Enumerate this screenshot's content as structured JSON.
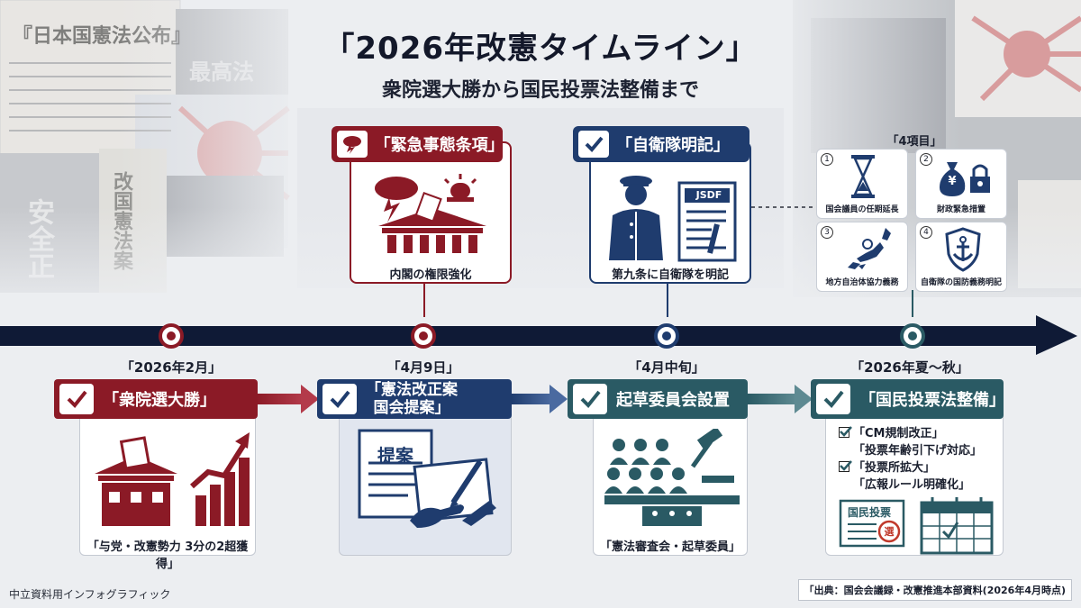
{
  "title": "「2026年改憲タイムライン」",
  "subtitle": "衆院選大勝から国民投票法整備まで",
  "background": {
    "left_headline": "『日本国憲法公布』",
    "left_photo_text": "最高法",
    "left_poster_text": "安全正",
    "left_column_text": "改国憲法案"
  },
  "top_items": [
    {
      "heading": "「緊急事態条項」",
      "caption": "内閣の権限強化",
      "icon": "storm-icon",
      "color": "#8b1a26"
    },
    {
      "heading": "「自衛隊明記」",
      "caption": "第九条に自衛隊を明記",
      "icon": "check-icon",
      "color": "#1f3c6e",
      "doc_label": "JSDF"
    }
  ],
  "four_items": {
    "title": "「4項目」",
    "items": [
      {
        "num": "1",
        "caption": "国会議員の任期延長",
        "icon": "hourglass-icon"
      },
      {
        "num": "2",
        "caption": "財政緊急措置",
        "icon": "moneybag-lock-icon",
        "symbol": "¥"
      },
      {
        "num": "3",
        "caption": "地方自治体協力義務",
        "icon": "japan-map-icon"
      },
      {
        "num": "4",
        "caption": "自衛隊の国防義務明記",
        "icon": "anchor-shield-icon"
      }
    ]
  },
  "timeline": {
    "dates": [
      "「2026年2月」",
      "「4月9日」",
      "「4月中旬」",
      "「2026年夏〜秋」"
    ]
  },
  "steps": [
    {
      "heading": "「衆院選大勝」",
      "caption": "「与党・改憲勢力 3分の2超獲得」",
      "color": "#8b1a26"
    },
    {
      "heading_l1": "「憲法改正案",
      "heading_l2": "国会提案」",
      "caption": "",
      "doc_label": "提案",
      "color": "#1f3c6e"
    },
    {
      "heading": "起草委員会設置",
      "caption": "「憲法審査会・起草委員」",
      "color": "#2a5a64"
    },
    {
      "heading": "「国民投票法整備」",
      "color": "#2a5a64",
      "checklist": [
        "「CM規制改正」",
        "「投票年齢引下げ対応」",
        "「投票所拡大」",
        "「広報ルール明確化」"
      ],
      "ballot_label": "国民投票",
      "stamp_label": "選"
    }
  ],
  "footer": {
    "left": "中立資料用インフォグラフィック",
    "right": "「出典：国会会議録・改憲推進本部資料(2026年4月時点)"
  },
  "colors": {
    "red": "#8b1a26",
    "navy": "#1f3c6e",
    "teal": "#2a5a64",
    "timeline": "#0f1a36"
  }
}
